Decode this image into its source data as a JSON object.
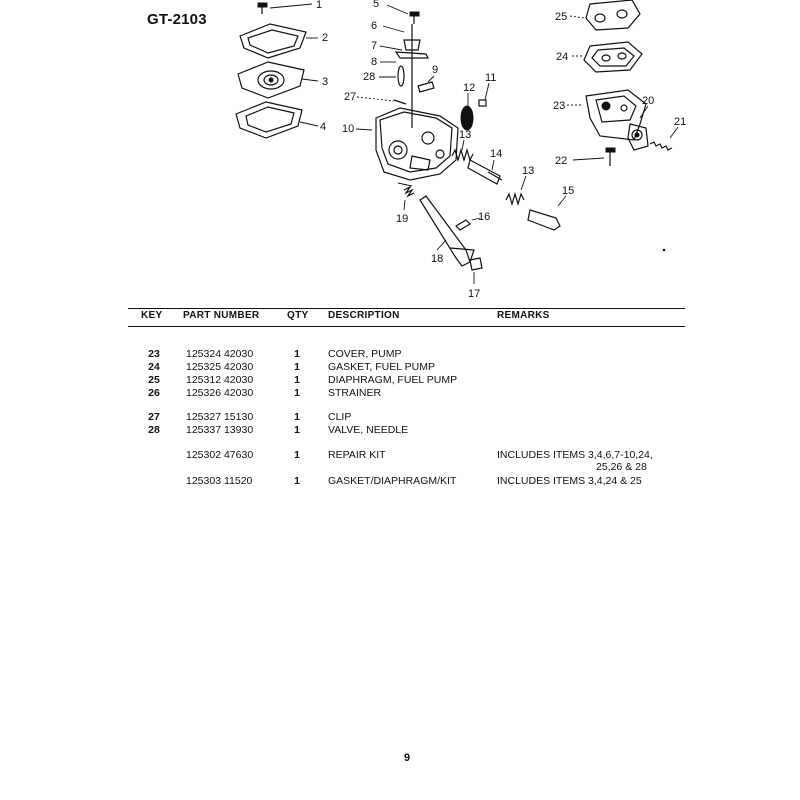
{
  "document": {
    "model_code": "GT-2103",
    "page_number": "9"
  },
  "diagram": {
    "callouts": [
      "1",
      "2",
      "3",
      "4",
      "5",
      "6",
      "7",
      "8",
      "28",
      "9",
      "12",
      "11",
      "27",
      "10",
      "13",
      "14",
      "13",
      "15",
      "19",
      "16",
      "18",
      "17",
      "25",
      "24",
      "23",
      "20",
      "21",
      "22"
    ]
  },
  "parts_table": {
    "headers": {
      "key": "KEY",
      "part_number": "PART NUMBER",
      "qty": "QTY",
      "description": "DESCRIPTION",
      "remarks": "REMARKS"
    },
    "rows": [
      {
        "key": "23",
        "part_number": "125324 42030",
        "qty": "1",
        "description": "COVER, PUMP",
        "remarks": "",
        "remarks_cont": ""
      },
      {
        "key": "24",
        "part_number": "125325 42030",
        "qty": "1",
        "description": "GASKET, FUEL PUMP",
        "remarks": "",
        "remarks_cont": ""
      },
      {
        "key": "25",
        "part_number": "125312 42030",
        "qty": "1",
        "description": "DIAPHRAGM, FUEL PUMP",
        "remarks": "",
        "remarks_cont": ""
      },
      {
        "key": "26",
        "part_number": "125326 42030",
        "qty": "1",
        "description": "STRAINER",
        "remarks": "",
        "remarks_cont": ""
      },
      {
        "key": "27",
        "part_number": "125327 15130",
        "qty": "1",
        "description": "CLIP",
        "remarks": "",
        "remarks_cont": ""
      },
      {
        "key": "28",
        "part_number": "125337 13930",
        "qty": "1",
        "description": "VALVE, NEEDLE",
        "remarks": "",
        "remarks_cont": ""
      },
      {
        "key": "",
        "part_number": "125302 47630",
        "qty": "1",
        "description": "REPAIR KIT",
        "remarks": "INCLUDES ITEMS 3,4,6,7-10,24,",
        "remarks_cont": "25,26 & 28"
      },
      {
        "key": "",
        "part_number": "125303 11520",
        "qty": "1",
        "description": "GASKET/DIAPHRAGM/KIT",
        "remarks": "INCLUDES ITEMS 3,4,24 & 25",
        "remarks_cont": ""
      }
    ]
  }
}
